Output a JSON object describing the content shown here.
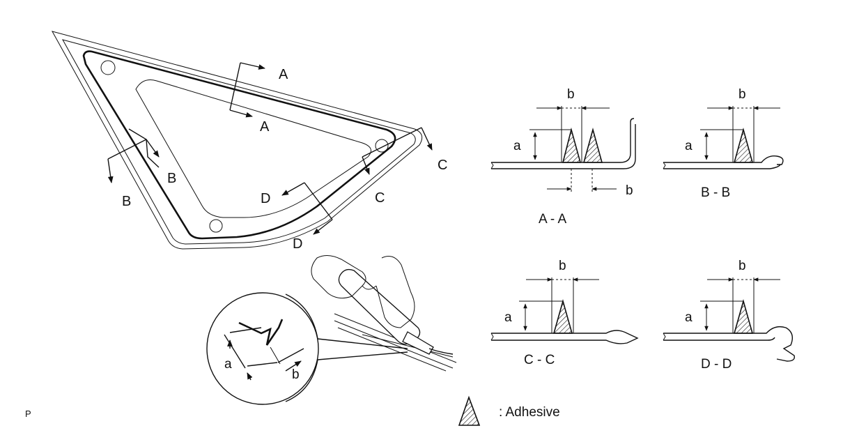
{
  "labels": {
    "a_upper": "A",
    "a_lower": "A",
    "b_upper": "B",
    "b_lower": "B",
    "c_upper": "C",
    "c_lower": "C",
    "d_upper": "D",
    "d_lower": "D",
    "circle_a": "a",
    "circle_b": "b"
  },
  "sections": {
    "aa": {
      "title": "A - A",
      "dim_a": "a",
      "dim_b_top": "b",
      "dim_b_bottom": "b"
    },
    "bb": {
      "title": "B - B",
      "dim_a": "a",
      "dim_b": "b"
    },
    "cc": {
      "title": "C - C",
      "dim_a": "a",
      "dim_b": "b"
    },
    "dd": {
      "title": "D - D",
      "dim_a": "a",
      "dim_b": "b"
    }
  },
  "legend": {
    "text": ": Adhesive"
  },
  "corner_mark": "P"
}
